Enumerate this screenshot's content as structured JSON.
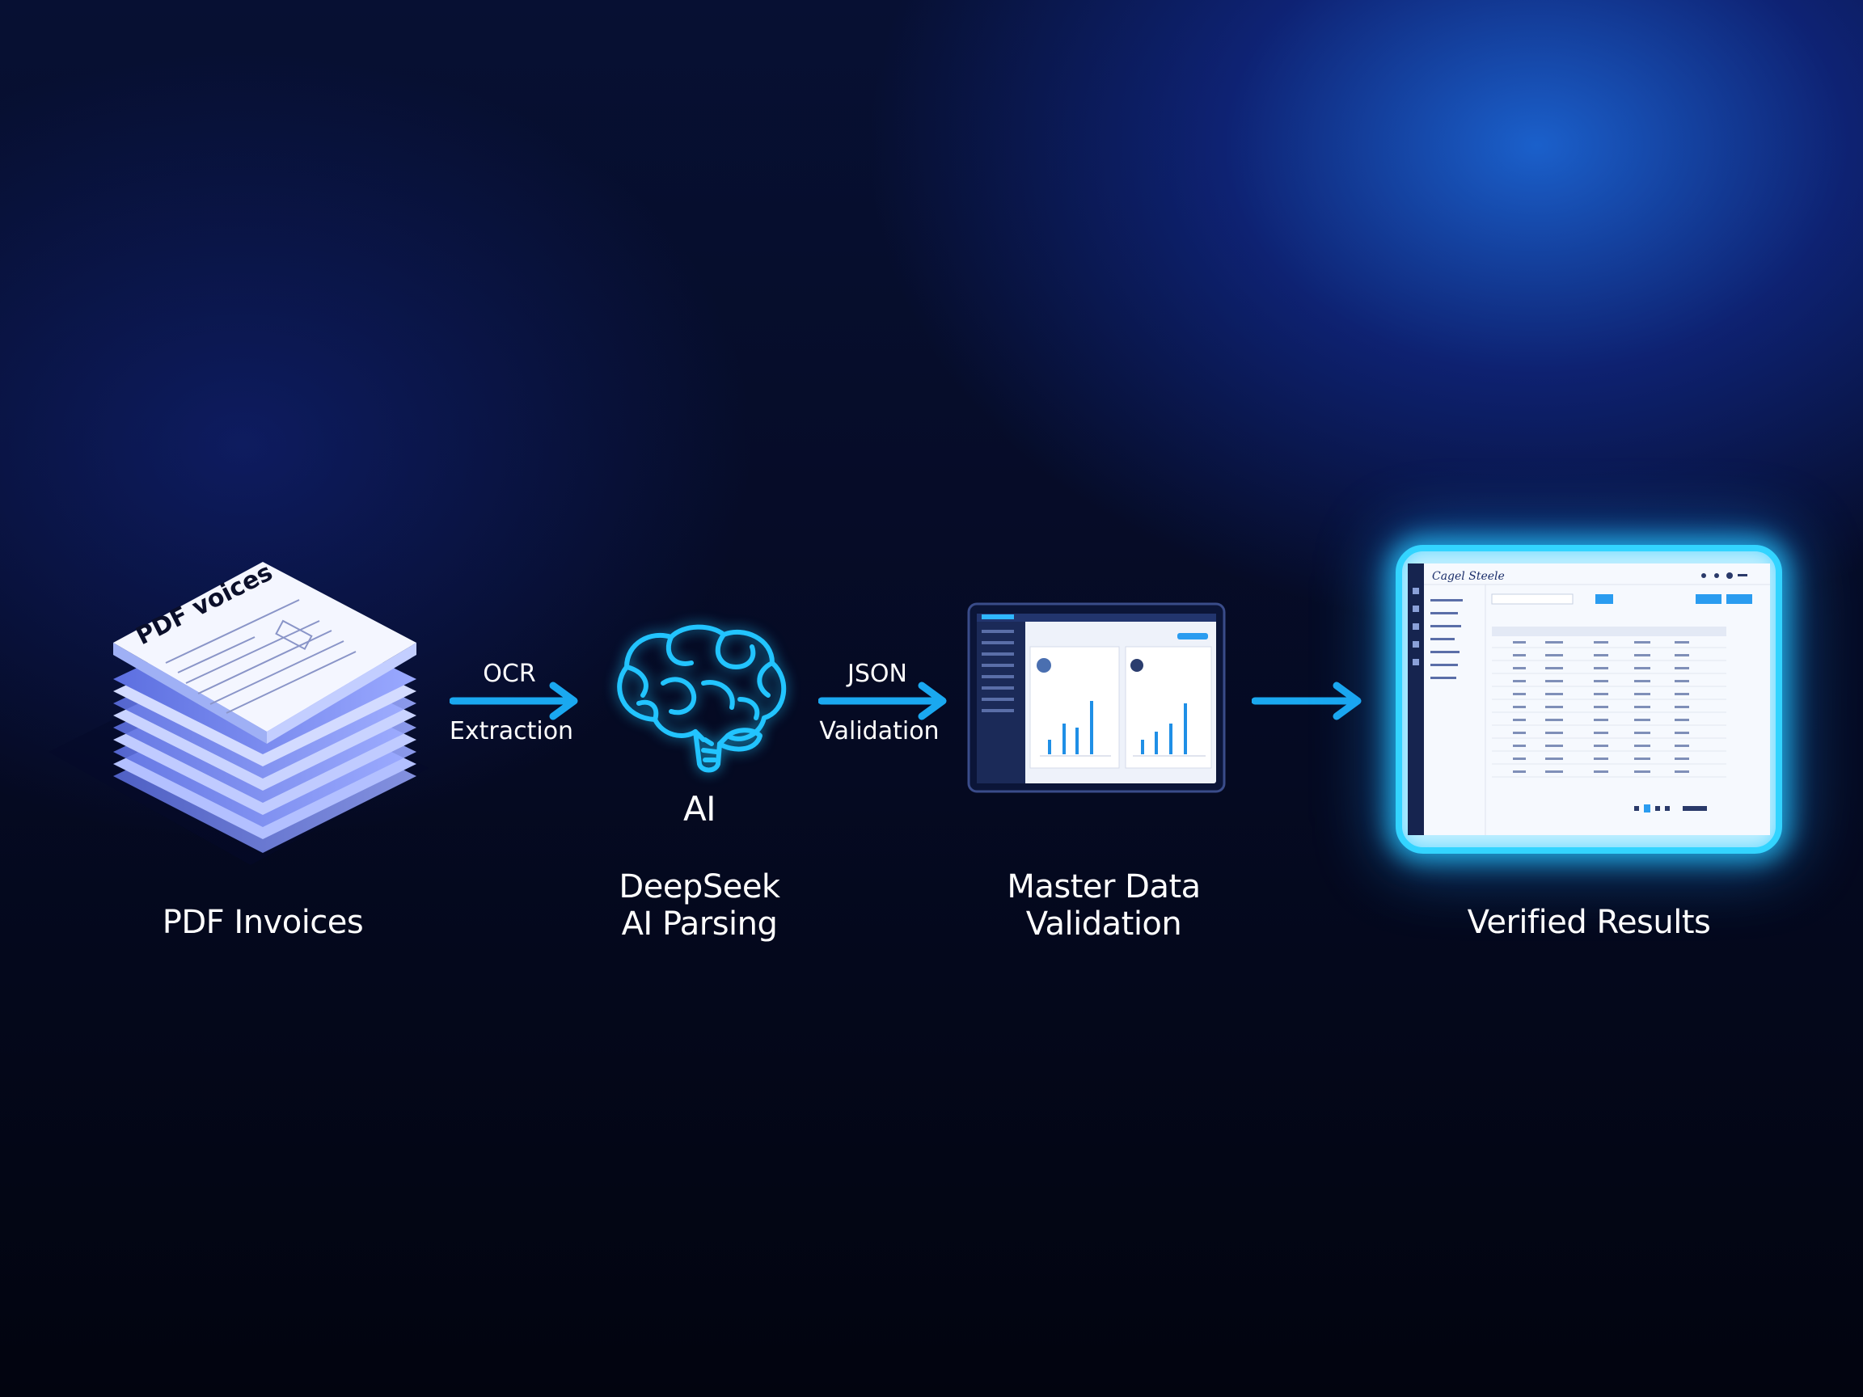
{
  "stages": [
    {
      "id": "pdf",
      "label": "PDF Invoices",
      "graphic_text": "PDF voices"
    },
    {
      "id": "ai",
      "label_lines": [
        "DeepSeek",
        "AI Parsing"
      ],
      "icon_caption": "AI"
    },
    {
      "id": "validation",
      "label_lines": [
        "Master Data",
        "Validation"
      ]
    },
    {
      "id": "results",
      "label": "Verified Results",
      "screen_title": "Cagel Steele"
    }
  ],
  "arrows": [
    {
      "id": "a1",
      "top": "OCR",
      "bottom": "Extraction"
    },
    {
      "id": "a2",
      "top": "JSON",
      "bottom": "Validation"
    },
    {
      "id": "a3",
      "top": "",
      "bottom": ""
    }
  ],
  "colors": {
    "accent": "#1ec8ff",
    "arrow": "#1aa8f0",
    "background_top": "#1a4fd0",
    "background_bottom": "#02040f",
    "text": "#ffffff"
  },
  "icons": [
    "document-stack-icon",
    "brain-icon",
    "dashboard-screen-icon",
    "table-screen-icon",
    "arrow-right-icon"
  ]
}
